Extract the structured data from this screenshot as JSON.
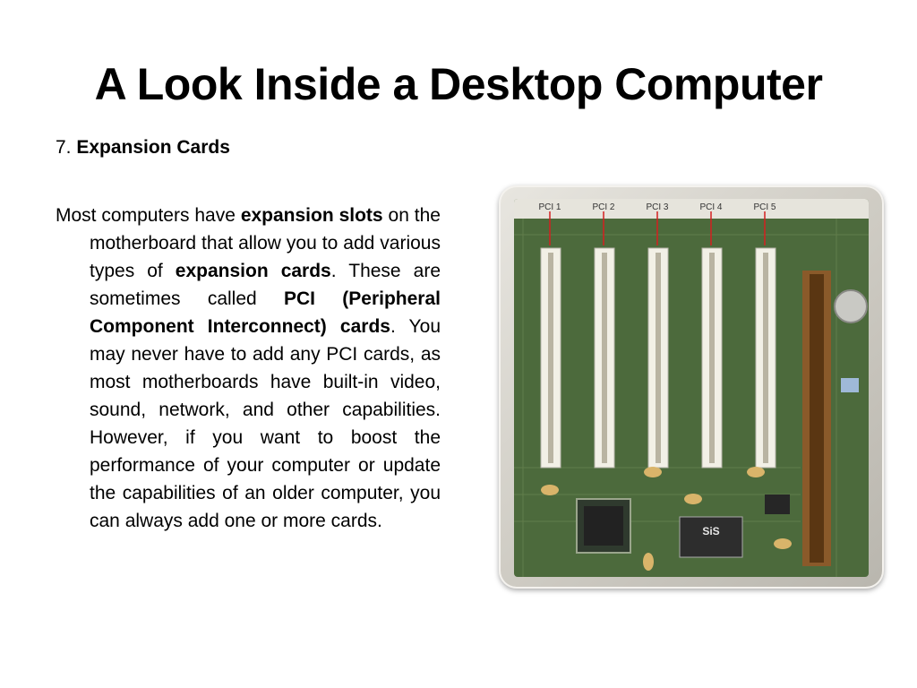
{
  "slide": {
    "title": "A Look Inside a Desktop Computer",
    "subhead_number": "7.",
    "subhead_label": "Expansion Cards",
    "paragraph": [
      {
        "text": "Most computers have ",
        "bold": false
      },
      {
        "text": "expansion slots",
        "bold": true
      },
      {
        "text": " on the motherboard that allow you to add various types of ",
        "bold": false
      },
      {
        "text": "expansion cards",
        "bold": true
      },
      {
        "text": ". These are sometimes called ",
        "bold": false
      },
      {
        "text": "PCI (Peripheral Component Interconnect) cards",
        "bold": true
      },
      {
        "text": ". You may never have to add any PCI cards, as most motherboards have built-in video, sound, network, and other capabilities. However, if you want to boost the performance of your computer or update the capabilities of an older computer, you can always add one or more cards.",
        "bold": false
      }
    ]
  },
  "photo": {
    "slot_labels": [
      "PCI 1",
      "PCI 2",
      "PCI 3",
      "PCI 4",
      "PCI 5"
    ],
    "chip_label": "SiS",
    "colors": {
      "board": "#4c6a3c",
      "slot": "#f2f0e6",
      "agp_slot": "#8a5a2a",
      "label_line": "#d42020"
    }
  }
}
